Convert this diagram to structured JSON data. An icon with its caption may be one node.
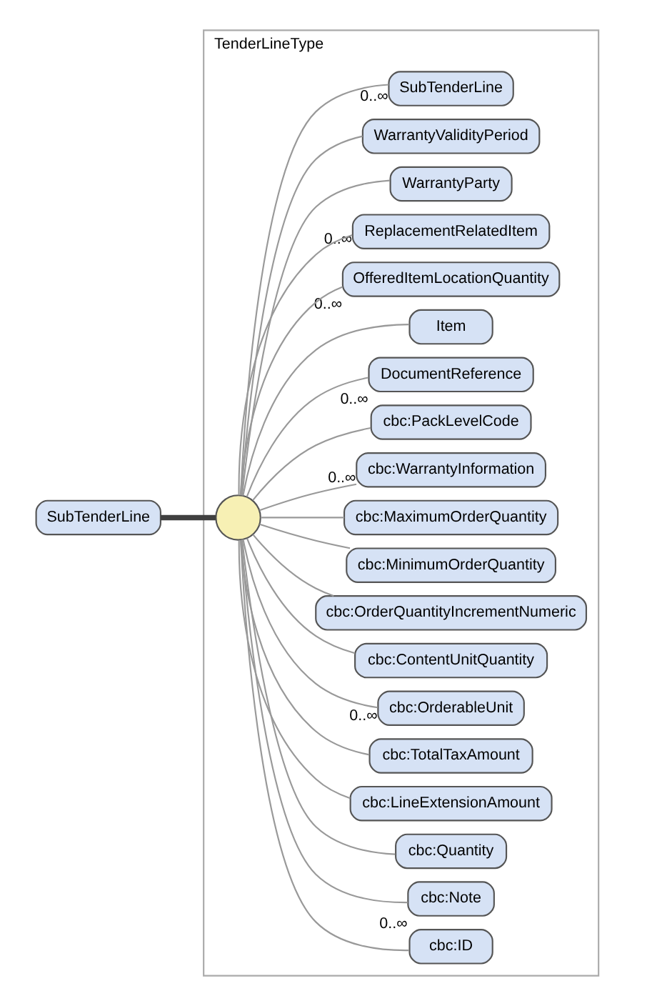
{
  "diagram": {
    "nodes": [
      {
        "text": [
          "SubTenderLine"
        ]
      },
      {
        "text": [
          "TenderLineType"
        ]
      },
      {
        "text": [],
        "shape": "circle",
        "in": 1
      },
      {
        "text": [
          "cbc:ID"
        ],
        "in": 1
      },
      {
        "text": [
          "cbc:Note"
        ],
        "in": 1,
        "beside": [
          "0..∞"
        ]
      },
      {
        "text": [
          "cbc:Quantity"
        ],
        "in": 1
      },
      {
        "text": [
          "cbc:LineExtensionAmount"
        ],
        "in": 1
      },
      {
        "text": [
          "cbc:TotalTaxAmount"
        ],
        "in": 1
      },
      {
        "text": [
          "cbc:OrderableUnit"
        ],
        "in": 1,
        "beside": [
          "0..∞"
        ]
      },
      {
        "text": [
          "cbc:ContentUnitQuantity"
        ],
        "in": 1
      },
      {
        "text": [
          "cbc:OrderQuantityIncrementNumeric"
        ],
        "in": 1
      },
      {
        "text": [
          "cbc:MinimumOrderQuantity"
        ],
        "in": 1
      },
      {
        "text": [
          "cbc:MaximumOrderQuantity"
        ],
        "in": 1
      },
      {
        "text": [
          "cbc:WarrantyInformation"
        ],
        "in": 1,
        "beside": [
          "0..∞"
        ]
      },
      {
        "text": [
          "cbc:PackLevelCode"
        ],
        "in": 1
      },
      {
        "text": [
          "DocumentReference"
        ],
        "in": 1,
        "beside": [
          "0..∞"
        ]
      },
      {
        "text": [
          "Item"
        ],
        "in": 1
      },
      {
        "text": [
          "OfferedItemLocationQuantity"
        ],
        "in": 1,
        "beside": [
          "0..∞"
        ]
      },
      {
        "text": [
          "ReplacementRelatedItem"
        ],
        "in": 1,
        "beside": [
          "0..∞"
        ]
      },
      {
        "text": [
          "WarrantyParty"
        ],
        "in": 1
      },
      {
        "text": [
          "WarrantyValidityPeriod"
        ],
        "in": 1
      },
      {
        "text": [
          "SubTenderLine"
        ],
        "in": 1,
        "beside": [
          "0..∞"
        ]
      }
    ],
    "edges": [
      {
        "from": 0,
        "to": 2,
        "arrow": "none",
        "style": "thick",
        "color": "#404040"
      },
      {
        "from": 2,
        "to": 3,
        "arrow": "none"
      },
      {
        "from": 2,
        "to": 4,
        "arrow": "none"
      },
      {
        "from": 2,
        "to": 5,
        "arrow": "none"
      },
      {
        "from": 2,
        "to": 6,
        "arrow": "none"
      },
      {
        "from": 2,
        "to": 7,
        "arrow": "none"
      },
      {
        "from": 2,
        "to": 8,
        "arrow": "none"
      },
      {
        "from": 2,
        "to": 9,
        "arrow": "none"
      },
      {
        "from": 2,
        "to": 10,
        "arrow": "none"
      },
      {
        "from": 2,
        "to": 11,
        "arrow": "none"
      },
      {
        "from": 2,
        "to": 12,
        "arrow": "none"
      },
      {
        "from": 2,
        "to": 13,
        "arrow": "none"
      },
      {
        "from": 2,
        "to": 14,
        "arrow": "none"
      },
      {
        "from": 2,
        "to": 15,
        "arrow": "none"
      },
      {
        "from": 2,
        "to": 16,
        "arrow": "none"
      },
      {
        "from": 2,
        "to": 17,
        "arrow": "none"
      },
      {
        "from": 2,
        "to": 18,
        "arrow": "none"
      },
      {
        "from": 2,
        "to": 19,
        "arrow": "none"
      },
      {
        "from": 2,
        "to": 20,
        "arrow": "none"
      },
      {
        "from": 2,
        "to": 21,
        "arrow": "none"
      }
    ]
  }
}
